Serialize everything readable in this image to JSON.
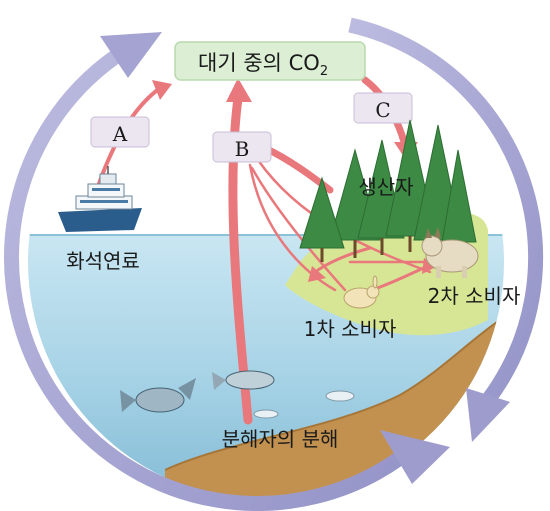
{
  "atmosphere": {
    "label": "대기 중의 CO",
    "subscript": "2"
  },
  "process_labels": {
    "a": "A",
    "b": "B",
    "c": "C"
  },
  "nodes": {
    "fossil_fuel": "화석연료",
    "producer": "생산자",
    "primary_consumer": "1차 소비자",
    "secondary_consumer": "2차 소비자",
    "decomposition": "분해자의 분해"
  },
  "colors": {
    "cycle_arrow": "#a7a6d4",
    "flow_arrow": "#e9787c",
    "label_box": "#ece6f1",
    "atmosphere_box": "#dcefd5",
    "water": "#a7d3e6",
    "soil": "#c3914f",
    "grass": "#d7e694",
    "tree": "#3c8a43"
  },
  "icons": [
    "ship-icon",
    "tree-icon",
    "lynx-icon",
    "rabbit-icon",
    "fish-icon"
  ]
}
